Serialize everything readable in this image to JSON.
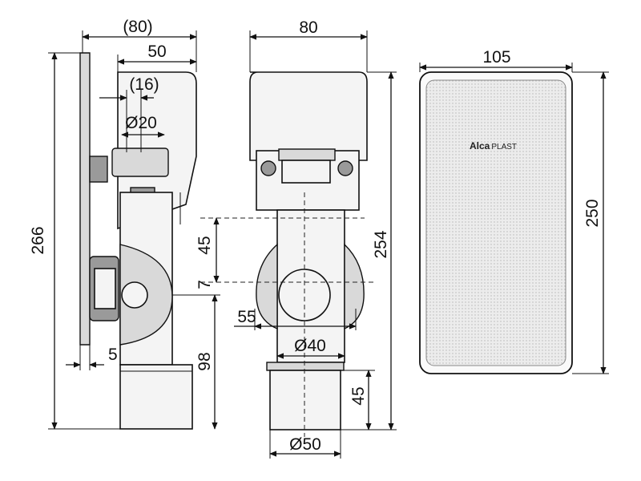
{
  "brand": {
    "name": "Alca",
    "suffix": "PLAST"
  },
  "dimensions": {
    "side_overall_depth": "(80)",
    "side_body_depth": "50",
    "side_offset": "(16)",
    "side_inlet_dia": "Ø20",
    "side_height": "266",
    "side_plate_thickness": "5",
    "side_outlet_height": "98",
    "front_width": "80",
    "front_height": "254",
    "front_upper_offset": "45",
    "front_axis_offset": "7",
    "front_branch_width": "55",
    "front_pipe_dia": "Ø40",
    "front_socket_height": "45",
    "front_outlet_dia": "Ø50",
    "cover_width": "105",
    "cover_height": "250"
  }
}
